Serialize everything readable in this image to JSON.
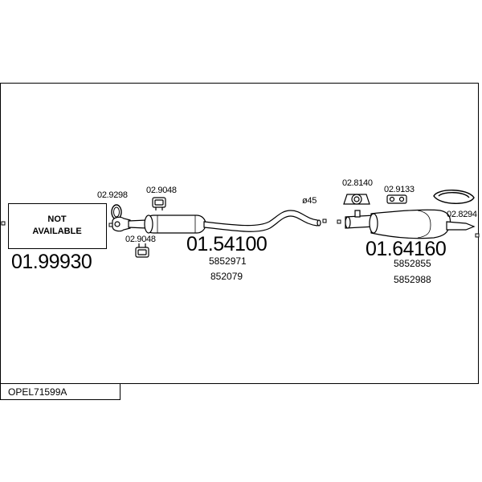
{
  "reference_code": "OPEL71599A",
  "parts": {
    "not_available": {
      "line1": "NOT",
      "line2": "AVAILABLE"
    },
    "front_pipe": {
      "number": "01.99930"
    },
    "middle_silencer": {
      "number": "01.54100",
      "oem": [
        "5852971",
        "852079"
      ]
    },
    "rear_silencer": {
      "number": "01.64160",
      "oem": [
        "5852855",
        "5852988"
      ]
    }
  },
  "fittings": {
    "gasket": "02.9298",
    "rubber_mount_top": "02.9048",
    "rubber_mount_bottom": "02.9048",
    "hanger_ring": "02.8140",
    "rubber_mount_rear": "02.9133",
    "rubber_strap": "02.8294"
  },
  "pipe_annotation": "ø45"
}
